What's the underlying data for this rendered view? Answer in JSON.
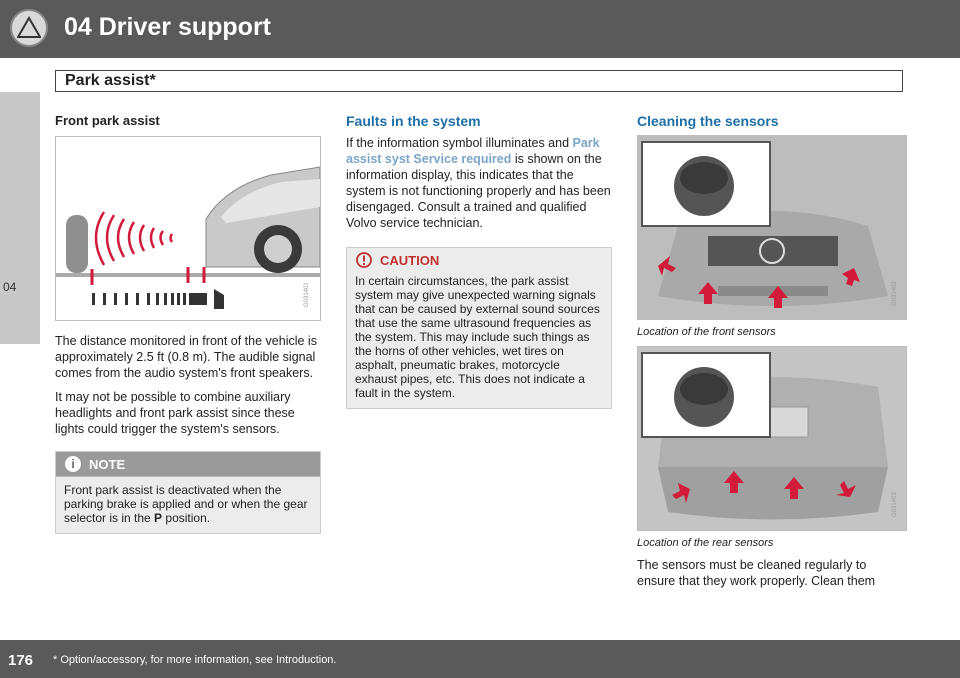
{
  "header": {
    "chapter_title": "04  Driver support",
    "section_title": "Park assist*",
    "side_tab": "04"
  },
  "footer": {
    "page_number": "176",
    "note": "* Option/accessory, for more information, see Introduction."
  },
  "col1": {
    "heading": "Front park assist",
    "figure_code": "G031401",
    "para1": "The distance monitored in front of the vehicle is approximately 2.5 ft (0.8 m). The audible signal comes from the audio system's front speakers.",
    "para2": "It may not be possible to combine auxiliary headlights and front park assist since these lights could trigger the system's sensors.",
    "note_label": "NOTE",
    "note_text_pre": "Front park assist is deactivated when the parking brake is applied and or when the gear selector is in the ",
    "note_text_bold": "P",
    "note_text_post": " position."
  },
  "col2": {
    "heading": "Faults in the system",
    "para_pre": "If the information symbol illuminates and ",
    "para_hl": "Park assist syst Service required",
    "para_post": " is shown on the information display, this indicates that the system is not functioning properly and has been disengaged. Consult a trained and qualified Volvo service technician.",
    "caution_label": "CAUTION",
    "caution_text": "In certain circumstances, the park assist system may give unexpected warning signals that can be caused by external sound sources that use the same ultrasound frequencies as the system. This may include such things as the horns of other vehicles, wet tires on asphalt, pneumatic brakes, motorcycle exhaust pipes, etc. This does not indicate a fault in the system."
  },
  "col3": {
    "heading": "Cleaning the sensors",
    "figure1_code": "G031402",
    "caption1": "Location of the front sensors",
    "figure2_code": "G031403",
    "caption2": "Location of the rear sensors",
    "para": "The sensors must be cleaned regularly to ensure that they work properly. Clean them"
  },
  "colors": {
    "header_bg": "#5a5a5a",
    "heading_blue": "#1e6fa8",
    "caution_red": "#c03030",
    "note_bg": "#ececec"
  }
}
